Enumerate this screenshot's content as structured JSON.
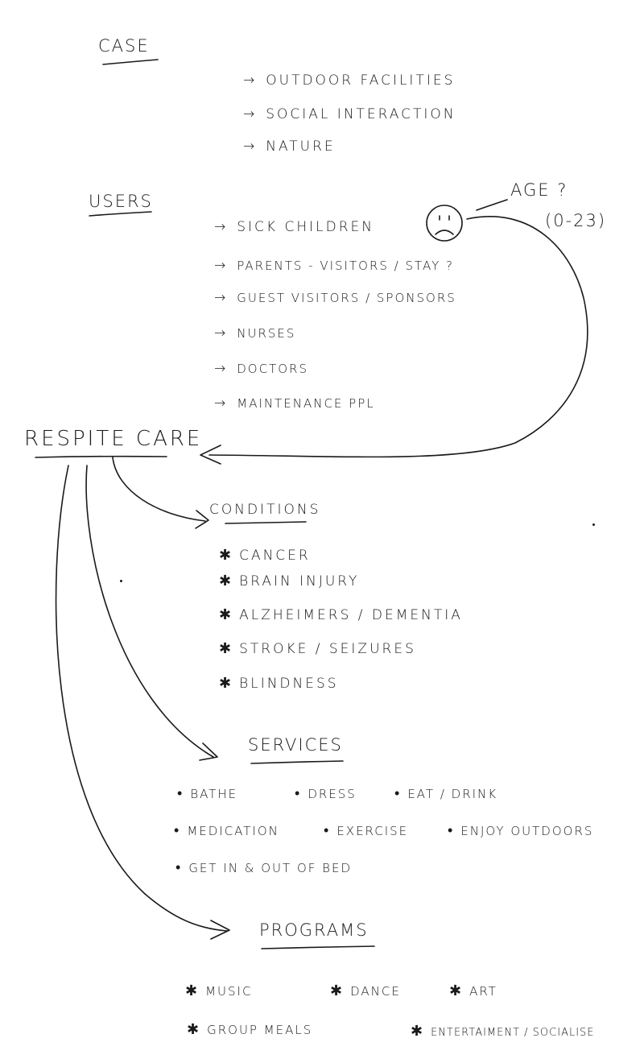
{
  "case": {
    "heading": "CASE",
    "items": [
      "OUTDOOR FACILITIES",
      "SOCIAL INTERACTION",
      "NATURE"
    ]
  },
  "users": {
    "heading": "USERS",
    "items": [
      "SICK CHILDREN",
      "PARENTS - VISITORS / STAY ?",
      "GUEST VISITORS / SPONSORS",
      "NURSES",
      "DOCTORS",
      "MAINTENANCE PPL"
    ],
    "annotation_question": "AGE ?",
    "annotation_range": "(0-23)"
  },
  "center": {
    "title": "RESPITE CARE"
  },
  "conditions": {
    "heading": "CONDITIONS",
    "items": [
      "CANCER",
      "BRAIN INJURY",
      "ALZHEIMERS / DEMENTIA",
      "STROKE / SEIZURES",
      "BLINDNESS"
    ]
  },
  "services": {
    "heading": "SERVICES",
    "rows": [
      [
        "BATHE",
        "DRESS",
        "EAT / DRINK"
      ],
      [
        "MEDICATION",
        "EXERCISE",
        "ENJOY OUTDOORS"
      ],
      [
        "GET IN & OUT OF BED"
      ]
    ]
  },
  "programs": {
    "heading": "PROGRAMS",
    "rows": [
      [
        "MUSIC",
        "DANCE",
        "ART"
      ],
      [
        "GROUP MEALS",
        "ENTERTAIMENT / SOCIALISE"
      ]
    ]
  },
  "symbols": {
    "arrow": "→",
    "asterisk": "✱",
    "bullet": "•"
  },
  "colors": {
    "ink": "#1a1a1a",
    "paper": "#ffffff"
  }
}
